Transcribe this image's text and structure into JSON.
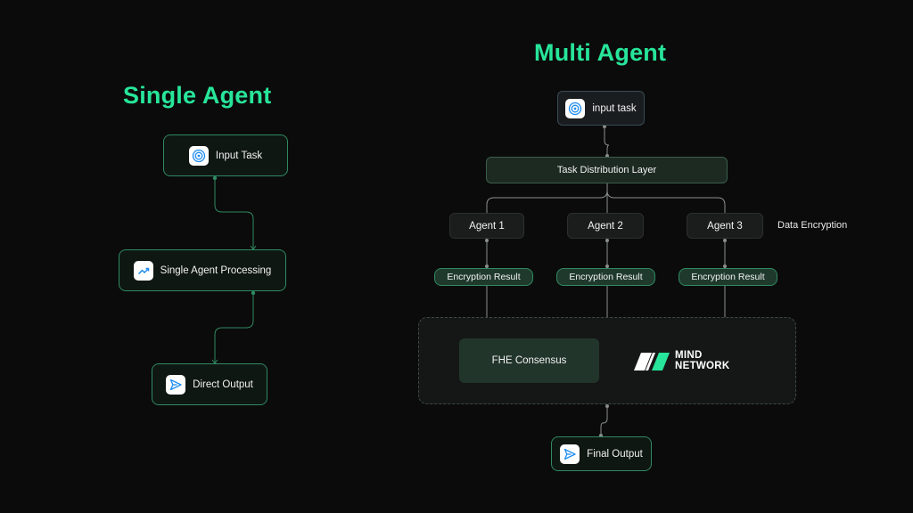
{
  "single_agent": {
    "title": "Single Agent",
    "input_task": "Input Task",
    "processing": "Single Agent Processing",
    "output": "Direct Output"
  },
  "multi_agent": {
    "title": "Multi Agent",
    "input_task": "input task",
    "distribution_layer": "Task Distribution Layer",
    "agents": [
      "Agent 1",
      "Agent 2",
      "Agent 3"
    ],
    "encryption_results": [
      "Encryption Result",
      "Encryption Result",
      "Encryption Result"
    ],
    "data_encryption_note": "Data Encryption",
    "consensus": "FHE Consensus",
    "logo_line1": "MIND",
    "logo_line2": "NETWORK",
    "final_output": "Final Output"
  },
  "icons": {
    "input": "target-icon",
    "processing": "trending-up-icon",
    "output": "send-icon"
  },
  "colors": {
    "accent": "#27e59a",
    "node_border": "#2f8a62",
    "pill_fill": "#1f3a2c",
    "icon_blue": "#1d8cf0",
    "background": "#0b0b0b"
  }
}
